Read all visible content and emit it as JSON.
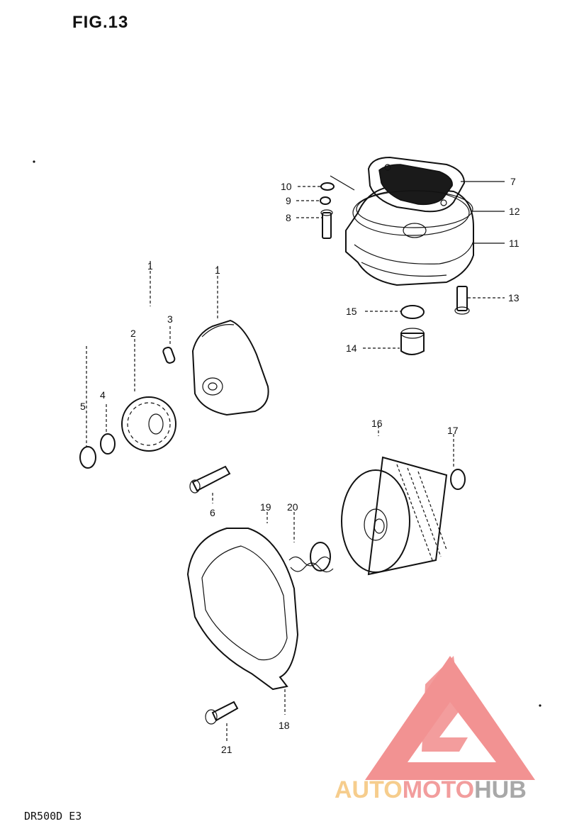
{
  "figure": {
    "title": "FIG.13",
    "model": "DR500D E3"
  },
  "callouts": {
    "c1": "1",
    "c2": "2",
    "c3": "3",
    "c4": "4",
    "c5": "5",
    "c6": "6",
    "c7": "7",
    "c8": "8",
    "c9": "9",
    "c10": "10",
    "c11": "11",
    "c12": "12",
    "c13": "13",
    "c14": "14",
    "c15": "15",
    "c16": "16",
    "c17": "17",
    "c18": "18",
    "c19": "19",
    "c20": "20",
    "c21": "21"
  },
  "watermark": {
    "part1": "AUTO",
    "part2": "MOTO",
    "part3": "HUB",
    "color_part1": "#f5c57a",
    "color_part2": "#f08c8c",
    "color_part3": "#9a9a9a",
    "logo_color": "#f07f7f"
  }
}
